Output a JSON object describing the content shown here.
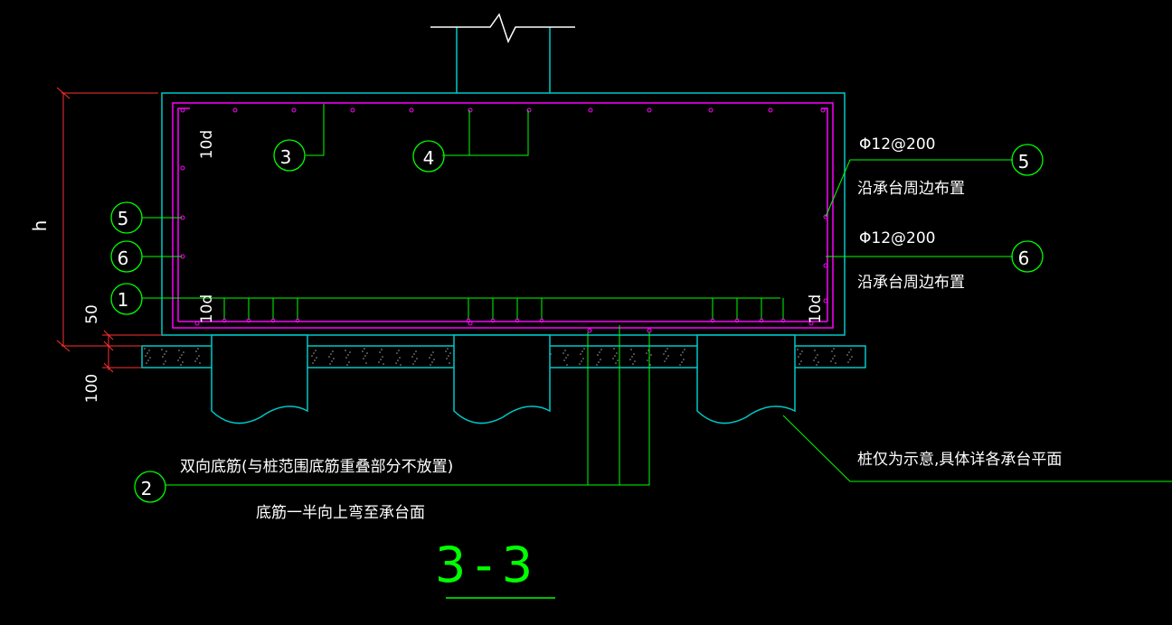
{
  "title": "3-3",
  "dimensions": {
    "height_label": "h",
    "cover_label": "50",
    "cushion_label": "100",
    "anchor_label": "10d"
  },
  "markers": {
    "m1": "1",
    "m2": "2",
    "m3": "3",
    "m4": "4",
    "m5": "5",
    "m6": "6"
  },
  "notes": {
    "rebar5_spec": "Φ12@200",
    "rebar5_desc": "沿承台周边布置",
    "rebar6_spec": "Φ12@200",
    "rebar6_desc": "沿承台周边布置",
    "bottom_rebar_line1": "双向底筋(与桩范围底筋重叠部分不放置)",
    "bottom_rebar_line2": "底筋一半向上弯至承台面",
    "pile_note": "桩仅为示意,具体详各承台平面"
  },
  "colors": {
    "background": "#000000",
    "concrete": "#00c8c8",
    "rebar": "#ff00ff",
    "leader": "#00ff00",
    "dimension": "#ff3030",
    "text": "#ffffff"
  }
}
